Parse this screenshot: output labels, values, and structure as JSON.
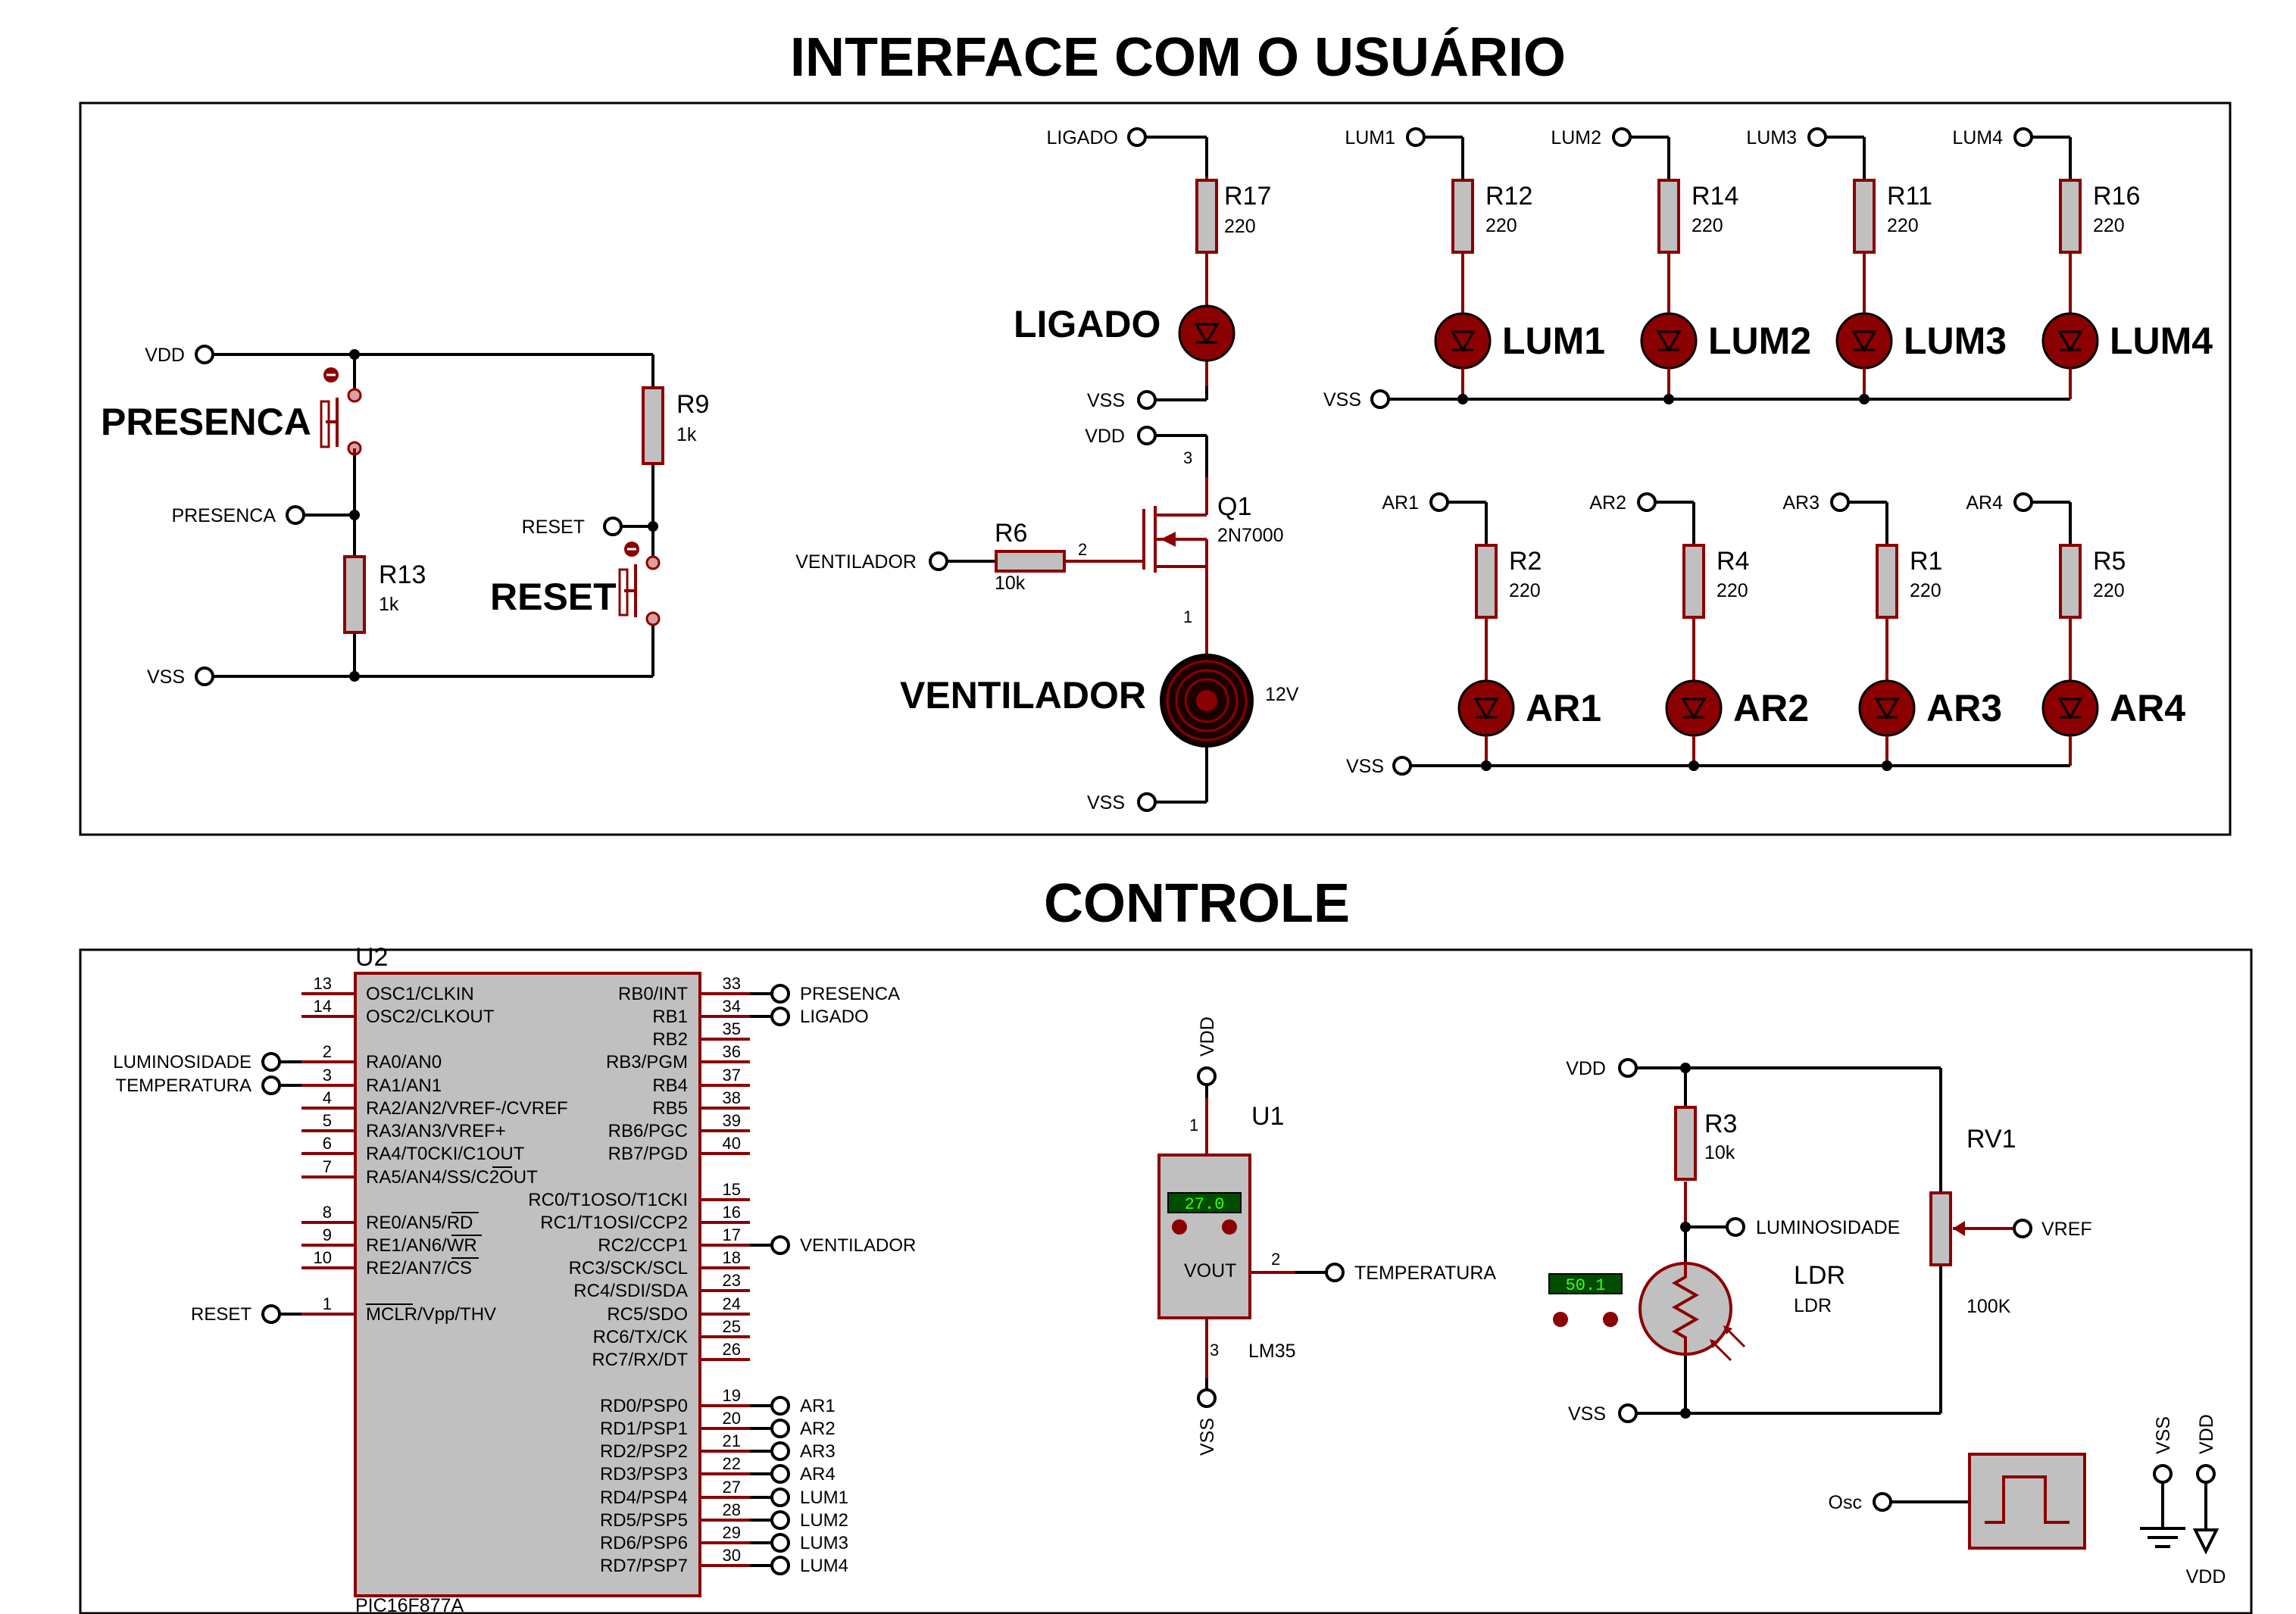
{
  "titles": {
    "ui": "INTERFACE COM O USUÁRIO",
    "control": "CONTROLE"
  },
  "ui_panel": {
    "presence_circuit": {
      "vdd": "VDD",
      "vss": "VSS",
      "presenca_terminal": "PRESENCA",
      "reset_terminal": "RESET",
      "presenca_button": "PRESENCA",
      "reset_button": "RESET",
      "r13": {
        "ref": "R13",
        "value": "1k"
      },
      "r9": {
        "ref": "R9",
        "value": "1k"
      }
    },
    "ligado_circuit": {
      "input": "LIGADO",
      "vss": "VSS",
      "r17": {
        "ref": "R17",
        "value": "220"
      },
      "led_label": "LIGADO"
    },
    "fan_circuit": {
      "vdd": "VDD",
      "vss": "VSS",
      "input": "VENTILADOR",
      "r6": {
        "ref": "R6",
        "value": "10k"
      },
      "q1": {
        "ref": "Q1",
        "value": "2N7000",
        "pin_gate": "2",
        "pin_drain": "3",
        "pin_source": "1"
      },
      "motor_label": "VENTILADOR",
      "motor_voltage": "12V"
    },
    "lum_leds": {
      "vss": "VSS",
      "items": [
        {
          "input": "LUM1",
          "ref": "R12",
          "value": "220",
          "led": "LUM1"
        },
        {
          "input": "LUM2",
          "ref": "R14",
          "value": "220",
          "led": "LUM2"
        },
        {
          "input": "LUM3",
          "ref": "R11",
          "value": "220",
          "led": "LUM3"
        },
        {
          "input": "LUM4",
          "ref": "R16",
          "value": "220",
          "led": "LUM4"
        }
      ]
    },
    "ar_leds": {
      "vss": "VSS",
      "items": [
        {
          "input": "AR1",
          "ref": "R2",
          "value": "220",
          "led": "AR1"
        },
        {
          "input": "AR2",
          "ref": "R4",
          "value": "220",
          "led": "AR2"
        },
        {
          "input": "AR3",
          "ref": "R1",
          "value": "220",
          "led": "AR3"
        },
        {
          "input": "AR4",
          "ref": "R5",
          "value": "220",
          "led": "AR4"
        }
      ]
    }
  },
  "control_panel": {
    "mcu": {
      "ref": "U2",
      "part": "PIC16F877A",
      "left_pins": [
        {
          "num": "13",
          "name": "OSC1/CLKIN",
          "net": ""
        },
        {
          "num": "14",
          "name": "OSC2/CLKOUT",
          "net": ""
        },
        {
          "num": "2",
          "name": "RA0/AN0",
          "net": "LUMINOSIDADE"
        },
        {
          "num": "3",
          "name": "RA1/AN1",
          "net": "TEMPERATURA"
        },
        {
          "num": "4",
          "name": "RA2/AN2/VREF-/CVREF",
          "net": ""
        },
        {
          "num": "5",
          "name": "RA3/AN3/VREF+",
          "net": ""
        },
        {
          "num": "6",
          "name": "RA4/T0CKI/C1OUT",
          "net": ""
        },
        {
          "num": "7",
          "name": "RA5/AN4/SS/C2OUT",
          "net": ""
        },
        {
          "num": "8",
          "name": "RE0/AN5/RD",
          "net": ""
        },
        {
          "num": "9",
          "name": "RE1/AN6/WR",
          "net": ""
        },
        {
          "num": "10",
          "name": "RE2/AN7/CS",
          "net": ""
        },
        {
          "num": "1",
          "name": "MCLR/Vpp/THV",
          "net": "RESET"
        }
      ],
      "right_pins": [
        {
          "num": "33",
          "name": "RB0/INT",
          "net": "PRESENCA"
        },
        {
          "num": "34",
          "name": "RB1",
          "net": "LIGADO"
        },
        {
          "num": "35",
          "name": "RB2",
          "net": ""
        },
        {
          "num": "36",
          "name": "RB3/PGM",
          "net": ""
        },
        {
          "num": "37",
          "name": "RB4",
          "net": ""
        },
        {
          "num": "38",
          "name": "RB5",
          "net": ""
        },
        {
          "num": "39",
          "name": "RB6/PGC",
          "net": ""
        },
        {
          "num": "40",
          "name": "RB7/PGD",
          "net": ""
        },
        {
          "num": "15",
          "name": "RC0/T1OSO/T1CKI",
          "net": ""
        },
        {
          "num": "16",
          "name": "RC1/T1OSI/CCP2",
          "net": ""
        },
        {
          "num": "17",
          "name": "RC2/CCP1",
          "net": "VENTILADOR"
        },
        {
          "num": "18",
          "name": "RC3/SCK/SCL",
          "net": ""
        },
        {
          "num": "23",
          "name": "RC4/SDI/SDA",
          "net": ""
        },
        {
          "num": "24",
          "name": "RC5/SDO",
          "net": ""
        },
        {
          "num": "25",
          "name": "RC6/TX/CK",
          "net": ""
        },
        {
          "num": "26",
          "name": "RC7/RX/DT",
          "net": ""
        },
        {
          "num": "19",
          "name": "RD0/PSP0",
          "net": "AR1"
        },
        {
          "num": "20",
          "name": "RD1/PSP1",
          "net": "AR2"
        },
        {
          "num": "21",
          "name": "RD2/PSP2",
          "net": "AR3"
        },
        {
          "num": "22",
          "name": "RD3/PSP3",
          "net": "AR4"
        },
        {
          "num": "27",
          "name": "RD4/PSP4",
          "net": "LUM1"
        },
        {
          "num": "28",
          "name": "RD5/PSP5",
          "net": "LUM2"
        },
        {
          "num": "29",
          "name": "RD6/PSP6",
          "net": "LUM3"
        },
        {
          "num": "30",
          "name": "RD7/PSP7",
          "net": "LUM4"
        }
      ]
    },
    "lm35": {
      "ref": "U1",
      "part": "LM35",
      "reading": "27.0",
      "out_label": "VOUT",
      "vdd": "VDD",
      "vss": "VSS",
      "out_net": "TEMPERATURA",
      "pin_vdd": "1",
      "pin_out": "2",
      "pin_vss": "3"
    },
    "ldr_circuit": {
      "vdd": "VDD",
      "vss": "VSS",
      "node_net": "LUMINOSIDADE",
      "vref_net": "VREF",
      "r3": {
        "ref": "R3",
        "value": "10k"
      },
      "ldr": {
        "ref": "LDR",
        "value": "LDR",
        "reading": "50.1"
      },
      "rv1": {
        "ref": "RV1",
        "value": "100K"
      }
    },
    "osc": {
      "label": "Osc"
    },
    "power_symbols": {
      "vss": "VSS",
      "vdd": "VDD",
      "vdd_bottom": "VDD"
    }
  }
}
